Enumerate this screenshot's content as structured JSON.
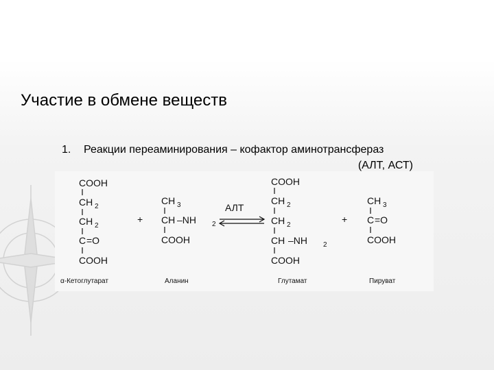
{
  "slide": {
    "title": "Участие в обмене веществ",
    "list_number": "1.",
    "list_text_line1": "Реакции переаминирования – кофактор аминотрансфераз",
    "list_text_line2": "(АЛТ, АСТ)"
  },
  "reaction": {
    "enzyme": "АЛТ",
    "plus_left": "+",
    "plus_right": "+",
    "akg": {
      "l1": "COOH",
      "l2": "CH",
      "l2s": "2",
      "l3": "CH",
      "l3s": "2",
      "l4": "C",
      "l4b": "=O",
      "l5": "COOH",
      "name": "α-Кетоглутарат"
    },
    "ala": {
      "l1": "CH",
      "l1s": "3",
      "l2": "CH",
      "l2b": "–NH",
      "l2s": "2",
      "l3": "COOH",
      "name": "Аланин"
    },
    "glu": {
      "l1": "COOH",
      "l2": "CH",
      "l2s": "2",
      "l3": "CH",
      "l3s": "2",
      "l4": "CH",
      "l4b": "–NH",
      "l4s": "2",
      "l5": "COOH",
      "name": "Глутамат"
    },
    "pyr": {
      "l1": "CH",
      "l1s": "3",
      "l2": "C",
      "l2b": "=O",
      "l3": "COOH",
      "name": "Пируват"
    }
  }
}
